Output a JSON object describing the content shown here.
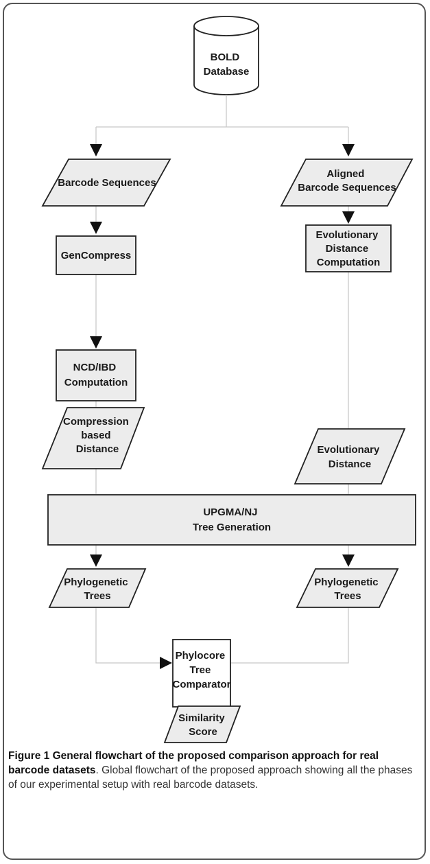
{
  "diagram": {
    "nodes": {
      "bold_db": [
        "BOLD",
        "Database"
      ],
      "barcode_seq": [
        "Barcode Sequences"
      ],
      "aligned_seq": [
        "Aligned",
        "Barcode Sequences"
      ],
      "gencompress": [
        "GenCompress"
      ],
      "evo_dist_comp": [
        "Evolutionary",
        "Distance",
        "Computation"
      ],
      "ncd_ibd": [
        "NCD/IBD",
        "Computation"
      ],
      "compression_dist": [
        "Compression",
        "based",
        "Distance"
      ],
      "evo_dist": [
        "Evolutionary",
        "Distance"
      ],
      "upgma_nj": [
        "UPGMA/NJ",
        "Tree Generation"
      ],
      "phylo_left": [
        "Phylogenetic",
        "Trees"
      ],
      "phylo_right": [
        "Phylogenetic",
        "Trees"
      ],
      "phylocore": [
        "Phylocore",
        "Tree",
        "Comparator"
      ],
      "similarity": [
        "Similarity",
        "Score"
      ]
    }
  },
  "caption": {
    "title": "Figure 1 General flowchart of the proposed comparison approach for real barcode datasets",
    "period": ".",
    "text": " Global flowchart of the proposed approach showing all the phases of our experimental setup with real barcode datasets."
  },
  "colors": {
    "node_fill": "#ececec",
    "stroke": "#222222",
    "connector": "#c8c8c8"
  }
}
